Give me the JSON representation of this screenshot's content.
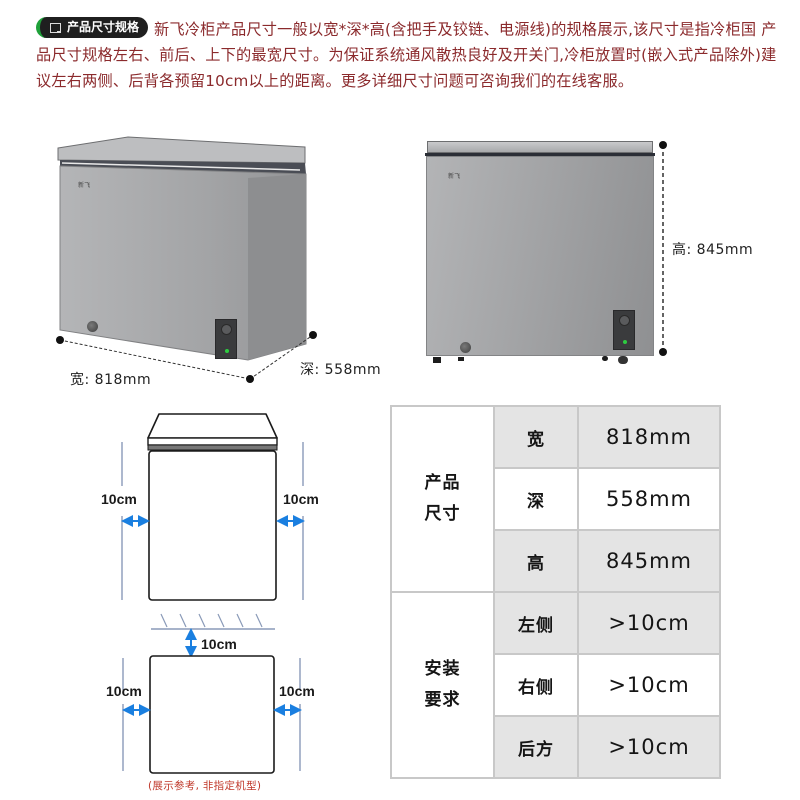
{
  "header": {
    "badge_label": "产品尺寸规格",
    "badge_icon": "window-icon",
    "intro_text": "新飞冷柜产品尺寸一般以宽*深*高(含把手及铰链、电源线)的规格展示,该尺寸是指冷柜国 产品尺寸规格左右、前后、上下的最宽尺寸。为保证系统通风散热良好及开关门,冷柜放置时(嵌入式产品除外)建议左右两侧、后背各预留10cm以上的距离。更多详细尺寸问题可咨询我们的在线客服。"
  },
  "colors": {
    "intro_text": "#8b2a2c",
    "badge_bg": "#1f1f1f",
    "badge_accent": "#1fa13a",
    "arrow_blue": "#1a7fe0",
    "table_border": "#c8c8c8",
    "table_shade": "#e4e4e4",
    "note_red": "#c0392b"
  },
  "freezer_front_angle": {
    "logo": "新飞",
    "width_label": "宽: 818mm",
    "depth_label": "深: 558mm"
  },
  "freezer_front": {
    "logo": "新飞",
    "height_label": "高: 845mm"
  },
  "clearance_diagram": {
    "front_view": {
      "left_label": "10cm",
      "right_label": "10cm"
    },
    "top_view": {
      "back_label": "10cm",
      "left_label": "10cm",
      "right_label": "10cm"
    },
    "note": "(展示参考, 非指定机型)"
  },
  "spec_table": {
    "groups": [
      {
        "label_line1": "产品",
        "label_line2": "尺寸",
        "rows": [
          {
            "key": "宽",
            "value": "818mm"
          },
          {
            "key": "深",
            "value": "558mm"
          },
          {
            "key": "高",
            "value": "845mm"
          }
        ]
      },
      {
        "label_line1": "安装",
        "label_line2": "要求",
        "rows": [
          {
            "key": "左侧",
            "value": ">10cm"
          },
          {
            "key": "右侧",
            "value": ">10cm"
          },
          {
            "key": "后方",
            "value": ">10cm"
          }
        ]
      }
    ]
  }
}
